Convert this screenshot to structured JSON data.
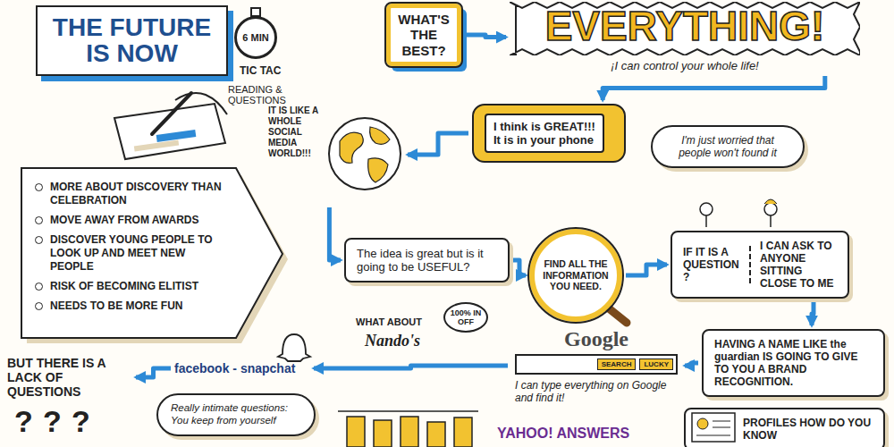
{
  "diagram": {
    "nodes": [
      {
        "text": [
          "THE FUTURE IS NOW"
        ]
      },
      {
        "text": [
          "6 MIN"
        ]
      },
      {
        "text": [
          "WHAT'S THE BEST?"
        ]
      },
      {
        "text": [
          "EVERYTHING!",
          "¡I can control your whole life!"
        ]
      },
      {
        "text": [
          "I think is GREAT!!! It is in your phone"
        ]
      },
      {
        "text": [
          "I'm just worried that people won't found it"
        ]
      },
      {
        "text": [
          "IT IS LIKE A WHOLE SOCIAL MEDIA WORLD!!!"
        ]
      },
      {
        "text": [
          "MORE ABOUT DISCOVERY THAN CELEBRATION",
          "MOVE AWAY FROM AWARDS",
          "DISCOVER YOUNG PEOPLE TO LOOK UP AND MEET NEW PEOPLE",
          "RISK OF BECOMING ELITIST",
          "NEEDS TO BE MORE FUN"
        ]
      },
      {
        "text": [
          "The idea is great but is it going to be USEFUL?"
        ]
      },
      {
        "text": [
          "FIND ALL THE INFORMATION YOU NEED."
        ]
      },
      {
        "text": [
          "IF IT IS A QUESTION ?",
          "I CAN ASK TO ANYONE SITTING CLOSE TO ME"
        ]
      },
      {
        "text": [
          "HAVING A NAME LIKE the guardian IS GOING TO GIVE TO YOU A BRAND RECOGNITION."
        ]
      },
      {
        "text": [
          "Google",
          "SEARCH",
          "LUCKY",
          "I can type everything on Google and find it!"
        ]
      },
      {
        "text": [
          "facebook - snapchat"
        ]
      },
      {
        "text": [
          "BUT THERE IS A LACK OF QUESTIONS"
        ]
      },
      {
        "text": [
          "Really intimate questions: You keep from yourself"
        ]
      },
      {
        "text": [
          "PROFILES HOW DO YOU KNOW"
        ]
      }
    ],
    "edges": [
      {
        "from": 2,
        "to": 3,
        "arrow": "to"
      },
      {
        "from": 3,
        "to": 4,
        "arrow": "to"
      },
      {
        "from": 4,
        "to": 6,
        "arrow": "to"
      },
      {
        "from": 6,
        "to": 8,
        "arrow": "to"
      },
      {
        "from": 8,
        "to": 9,
        "arrow": "to"
      },
      {
        "from": 9,
        "to": 10,
        "arrow": "to"
      },
      {
        "from": 10,
        "to": 11,
        "arrow": "to"
      },
      {
        "from": 11,
        "to": 12,
        "arrow": "to"
      },
      {
        "from": 12,
        "to": 13,
        "arrow": "to"
      },
      {
        "from": 13,
        "to": 14,
        "arrow": "to"
      }
    ],
    "labels": [
      "TIC TAC",
      "READING & QUESTIONS",
      "WHAT ABOUT",
      "Nando's",
      "100% IN OFF",
      "?",
      "?",
      "?",
      "YAHOO! ANSWERS"
    ]
  }
}
